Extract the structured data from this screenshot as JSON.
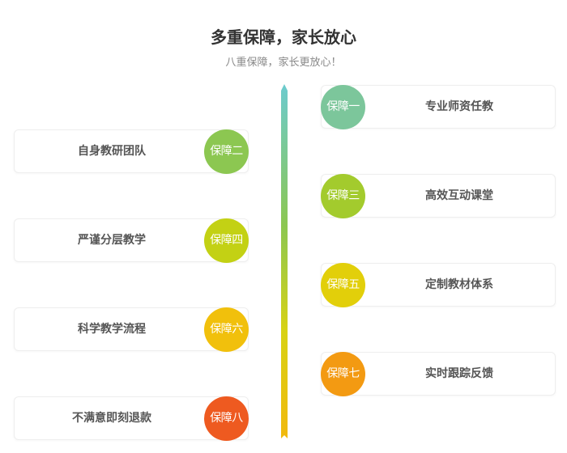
{
  "header": {
    "title": "多重保障，家长放心",
    "subtitle": "八重保障，家长更放心！"
  },
  "items": [
    {
      "badge": "保障一",
      "label": "专业师资任教",
      "side": "right",
      "color": "#7cc69b"
    },
    {
      "badge": "保障二",
      "label": "自身教研团队",
      "side": "left",
      "color": "#8cc751"
    },
    {
      "badge": "保障三",
      "label": "高效互动课堂",
      "side": "right",
      "color": "#a3cb2d"
    },
    {
      "badge": "保障四",
      "label": "严谨分层教学",
      "side": "left",
      "color": "#c3d114"
    },
    {
      "badge": "保障五",
      "label": "定制教材体系",
      "side": "right",
      "color": "#e2cf0a"
    },
    {
      "badge": "保障六",
      "label": "科学教学流程",
      "side": "left",
      "color": "#f1c00c"
    },
    {
      "badge": "保障七",
      "label": "实时跟踪反馈",
      "side": "right",
      "color": "#f39a12"
    },
    {
      "badge": "保障八",
      "label": "不满意即刻退款",
      "side": "left",
      "color": "#ee5a20"
    }
  ],
  "axis_gradient": [
    "#6ccbcf",
    "#8cc751",
    "#d8d214",
    "#f1b90e"
  ]
}
